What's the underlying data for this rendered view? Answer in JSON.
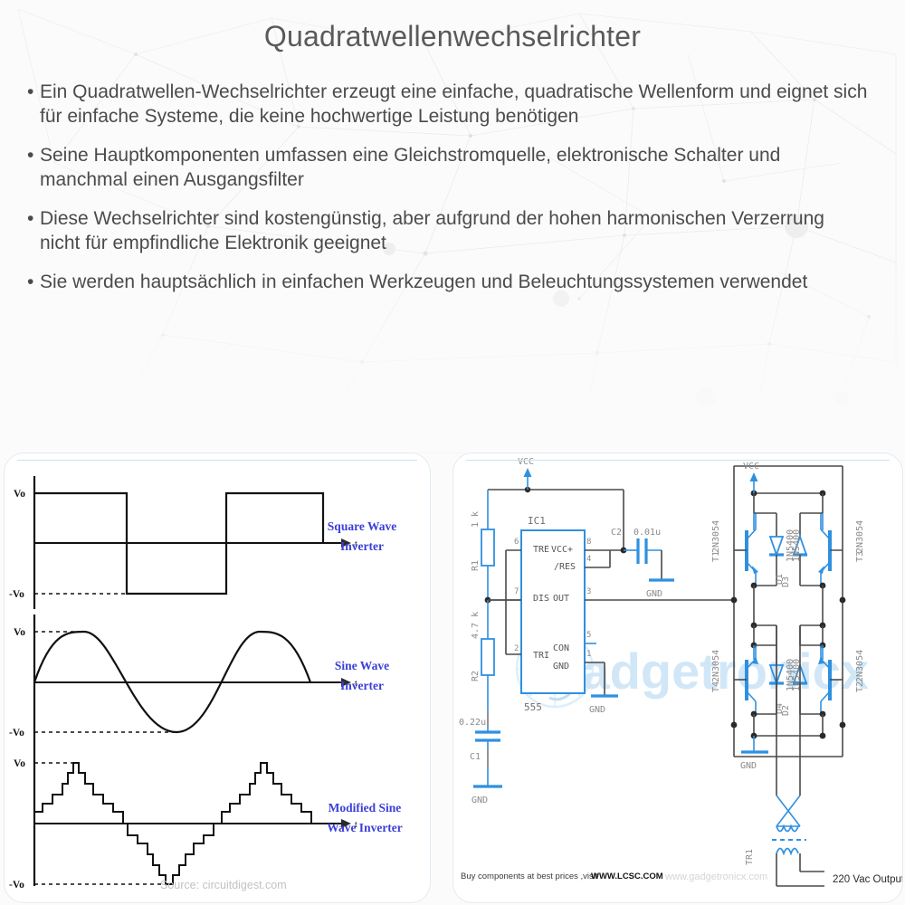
{
  "page": {
    "title": "Quadratwellenwechselrichter",
    "bullet_marker": "•",
    "bullets": [
      "Ein Quadratwellen-Wechselrichter erzeugt eine einfache, quadratische Wellenform und eignet sich für einfache Systeme, die keine hochwertige Leistung benötigen",
      "Seine Hauptkomponenten umfassen eine Gleichstromquelle, elektronische Schalter und manchmal einen Ausgangsfilter",
      "Diese Wechselrichter sind kostengünstig, aber aufgrund der hohen harmonischen Verzerrung nicht für empfindliche Elektronik geeignet",
      "Sie werden hauptsächlich in einfachen Werkzeugen und Beleuchtungssystemen verwendet"
    ]
  },
  "colors": {
    "title": "#5a5a5a",
    "body_text": "#4b4b4b",
    "waveform_label": "#3b3fd6",
    "circuit_blue": "#2f90e0",
    "circuit_gray": "#8a8a8a",
    "watermark": "#cfe6f7",
    "panel_border": "#dfeaf2",
    "background": "#fbfbfb"
  },
  "waveform_panel": {
    "source_note": "Source: circuitdigest.com",
    "axis_label_t": "t",
    "charts": [
      {
        "id": "square-wave",
        "label_line1": "Square Wave",
        "label_line2": "Inverter",
        "y_top": "Vo",
        "y_bottom": "-Vo"
      },
      {
        "id": "sine-wave",
        "label_line1": "Sine Wave",
        "label_line2": "Inverter",
        "y_top": "Vo",
        "y_bottom": "-Vo"
      },
      {
        "id": "modified-sine-wave",
        "label_line1": "Modified Sine",
        "label_line2": "Wave Inverter",
        "y_top": "Vo",
        "y_bottom": "-Vo"
      }
    ]
  },
  "circuit_panel": {
    "watermark": "Gadgetronicx",
    "footer_plain_1": "Buy components at best prices ,visit",
    "footer_bold": "WWW.LCSC.COM",
    "footer_faded": "www.gadgetronicx.com",
    "output_label": "220 Vac Output",
    "ic": {
      "ref": "IC1",
      "type": "555",
      "pins": [
        {
          "num": "6",
          "name": "TRE"
        },
        {
          "num": "7",
          "name": "DIS"
        },
        {
          "num": "2",
          "name": "TRI"
        },
        {
          "num": "8",
          "name": "VCC+"
        },
        {
          "num": "4",
          "name": "/RES"
        },
        {
          "num": "3",
          "name": "OUT"
        },
        {
          "num": "5",
          "name": "CON"
        },
        {
          "num": "1",
          "name": "GND"
        }
      ]
    },
    "components": [
      {
        "ref": "R1",
        "value": "1 k"
      },
      {
        "ref": "R2",
        "value": "4.7 k"
      },
      {
        "ref": "C1",
        "value": "0.22u"
      },
      {
        "ref": "C2",
        "value": "0.01u"
      },
      {
        "ref": "T1",
        "value": "2N3054"
      },
      {
        "ref": "T2",
        "value": "2N3054"
      },
      {
        "ref": "T3",
        "value": "2N3054"
      },
      {
        "ref": "T4",
        "value": "2N3054"
      },
      {
        "ref": "D1",
        "value": "1N5400"
      },
      {
        "ref": "D2",
        "value": "1N5400"
      },
      {
        "ref": "D3",
        "value": "1N5400"
      },
      {
        "ref": "D4",
        "value": "1N5400"
      },
      {
        "ref": "TR1",
        "value": ""
      }
    ],
    "nets": [
      "VCC",
      "GND"
    ]
  }
}
